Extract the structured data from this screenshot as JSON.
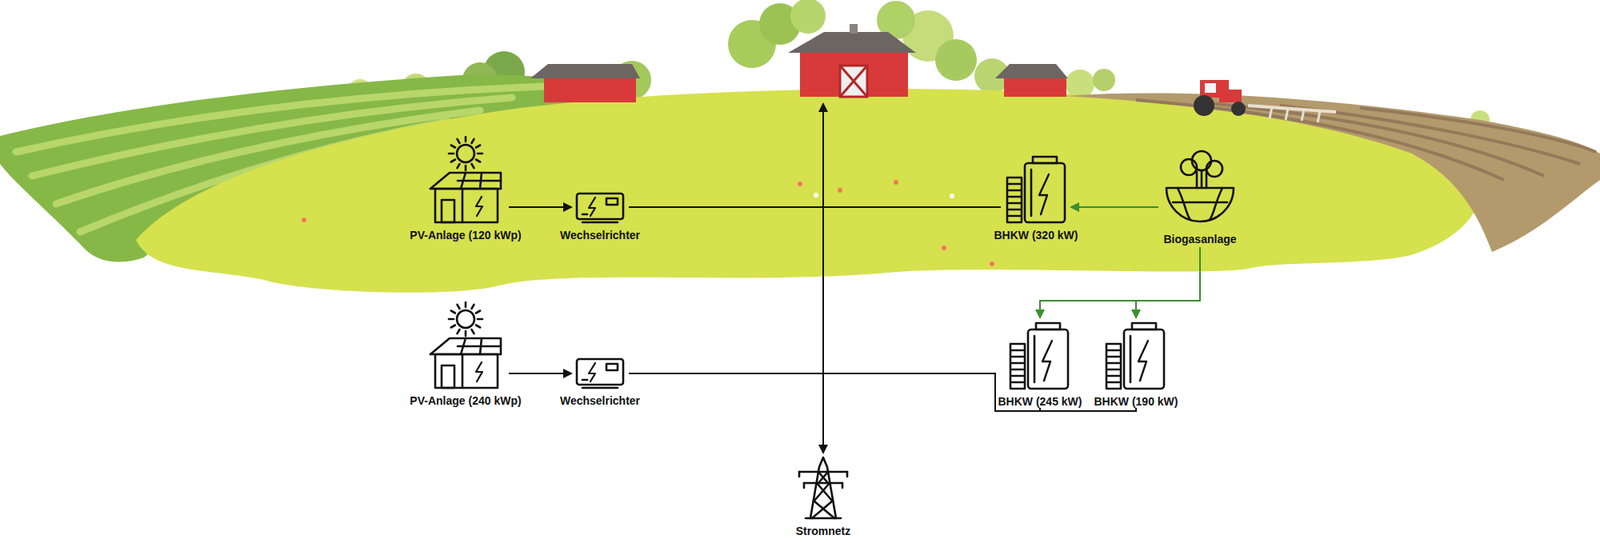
{
  "diagram": {
    "nodes": [
      {
        "text": [
          "PV-Anlage (120 kWp)"
        ]
      },
      {
        "text": [
          "Wechselrichter"
        ]
      },
      {
        "text": [
          "BHKW (320 kW)"
        ]
      },
      {
        "text": [
          "Biogasanlage"
        ]
      },
      {
        "text": [
          "PV-Anlage (240 kWp)"
        ]
      },
      {
        "text": [
          "Wechselrichter"
        ]
      },
      {
        "text": [
          "BHKW (245 kW)"
        ]
      },
      {
        "text": [
          "BHKW (190 kW)"
        ]
      },
      {
        "text": [
          "Stromnetz"
        ]
      }
    ],
    "edges": [
      {
        "from": 0,
        "to": 1,
        "arrow": "to"
      },
      {
        "from": 1,
        "to": 2,
        "arrow": "none"
      },
      {
        "from": 3,
        "to": 2,
        "arrow": "to"
      },
      {
        "from": 3,
        "to": 6,
        "arrow": "to"
      },
      {
        "from": 3,
        "to": 7,
        "arrow": "to"
      },
      {
        "from": 4,
        "to": 5,
        "arrow": "to"
      },
      {
        "from": 5,
        "to": 6,
        "arrow": "none"
      },
      {
        "from": 5,
        "to": 7,
        "arrow": "none"
      }
    ]
  }
}
